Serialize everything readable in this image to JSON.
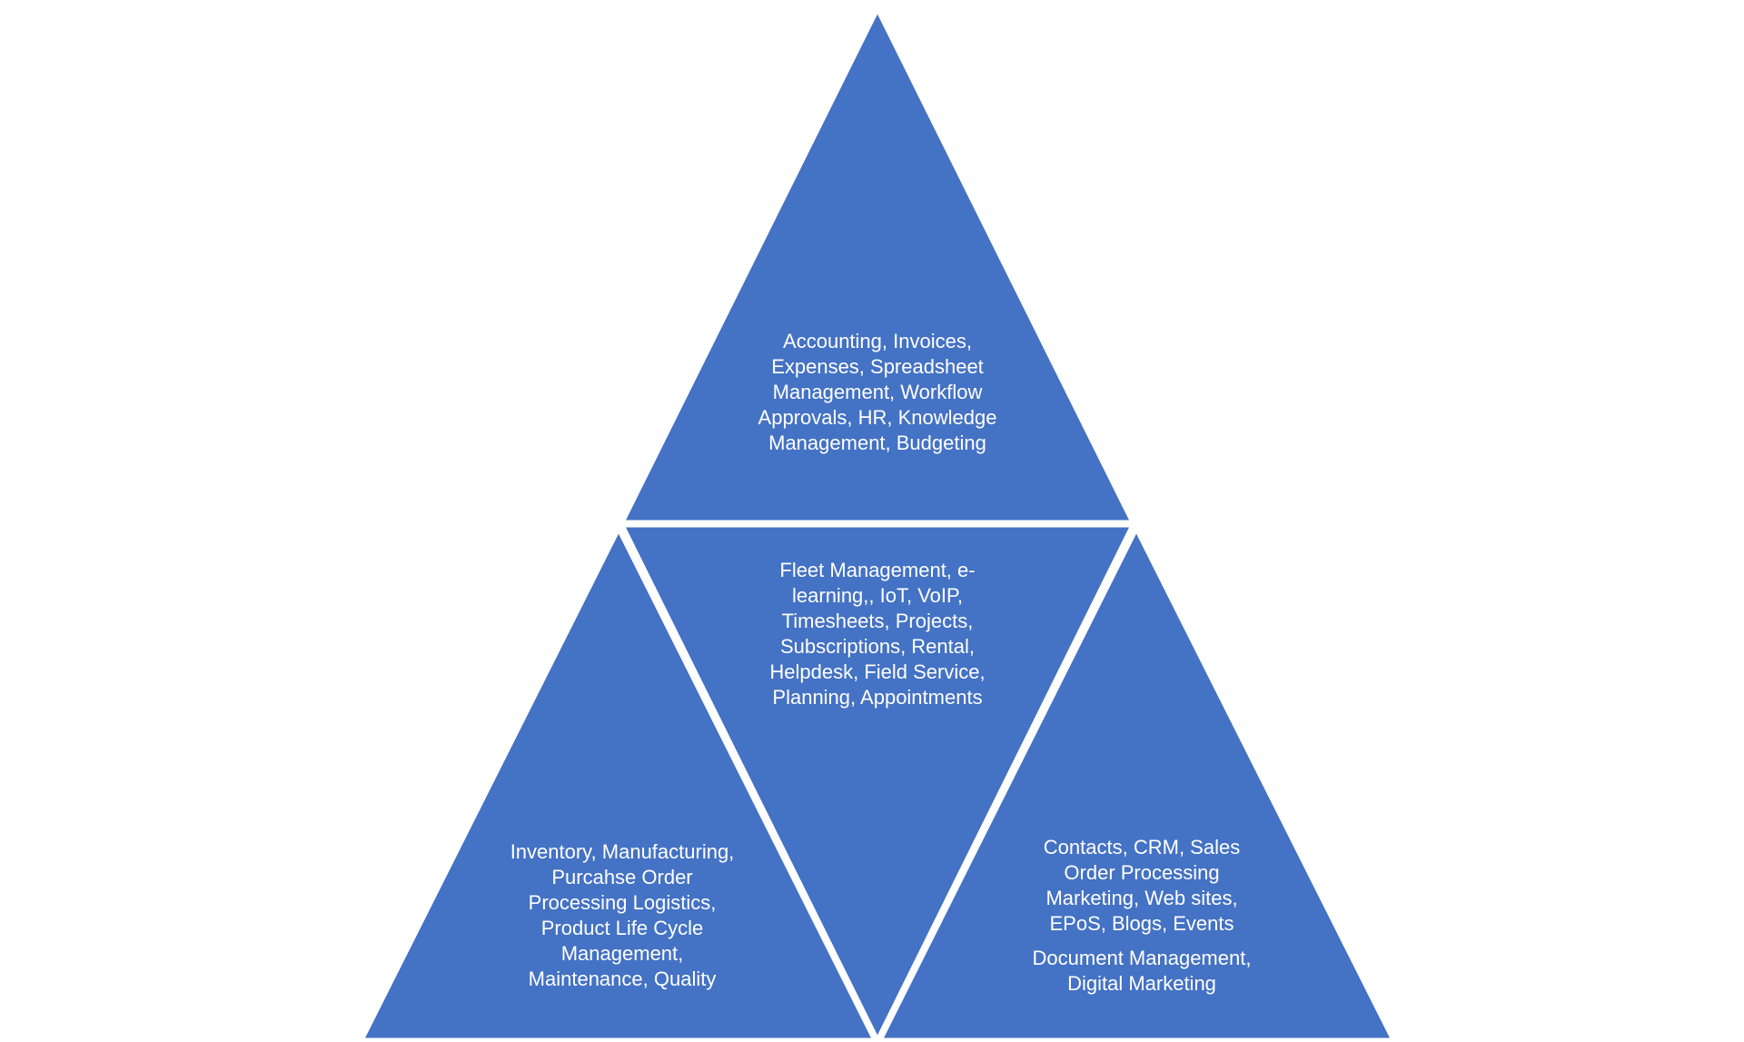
{
  "colors": {
    "segment_fill": "#4472C4",
    "divider": "#FFFFFF",
    "text": "#FFFFFF",
    "background": "#FFFFFF"
  },
  "segments": {
    "top": {
      "lines": [
        "Accounting, Invoices,",
        "Expenses, Spreadsheet",
        "Management, Workflow",
        "Approvals, HR, Knowledge",
        "Management, Budgeting"
      ]
    },
    "middle": {
      "lines": [
        "Fleet Management, e-",
        "learning,, IoT, VoIP,",
        "Timesheets, Projects,",
        "Subscriptions, Rental,",
        "Helpdesk, Field Service,",
        "Planning, Appointments"
      ]
    },
    "bottom_left": {
      "lines": [
        "Inventory, Manufacturing,",
        "Purcahse Order",
        "Processing Logistics,",
        "Product Life Cycle",
        "Management,",
        "Maintenance,  Quality"
      ]
    },
    "bottom_right": {
      "lines": [
        "Contacts, CRM, Sales",
        "Order Processing",
        "Marketing, Web sites,",
        "EPoS, Blogs, Events"
      ],
      "lines_extra": [
        "Document Management,",
        "Digital Marketing"
      ]
    }
  }
}
